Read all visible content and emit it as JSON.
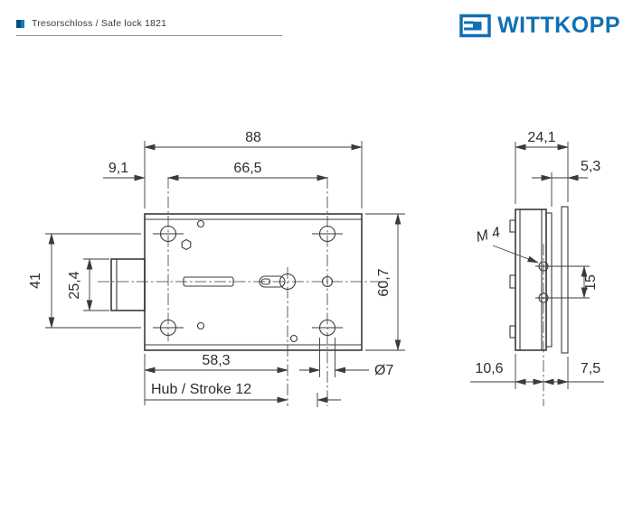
{
  "header": {
    "doc_title": "Tresorschloss / Safe lock 1821",
    "brand": "WITTKOPP"
  },
  "colors": {
    "brand_blue": "#0f70b3",
    "line_dark": "#3a3a3a"
  },
  "front_view": {
    "dim_total_width": "88",
    "dim_hole_span_h": "66,5",
    "dim_edge_to_hole": "9,1",
    "dim_hole_span_v": "41",
    "dim_bolt_height": "25,4",
    "dim_total_height": "60,7",
    "dim_edge_to_axis": "58,3",
    "stroke_label": "Hub / Stroke 12",
    "dim_hole_dia": "Ø7"
  },
  "side_view": {
    "dim_total_depth": "24,1",
    "dim_back_offset": "5,3",
    "thread_label": "M 4",
    "dim_screw_span": "15",
    "dim_front_to_axis": "10,6",
    "dim_axis_to_back": "7,5"
  }
}
